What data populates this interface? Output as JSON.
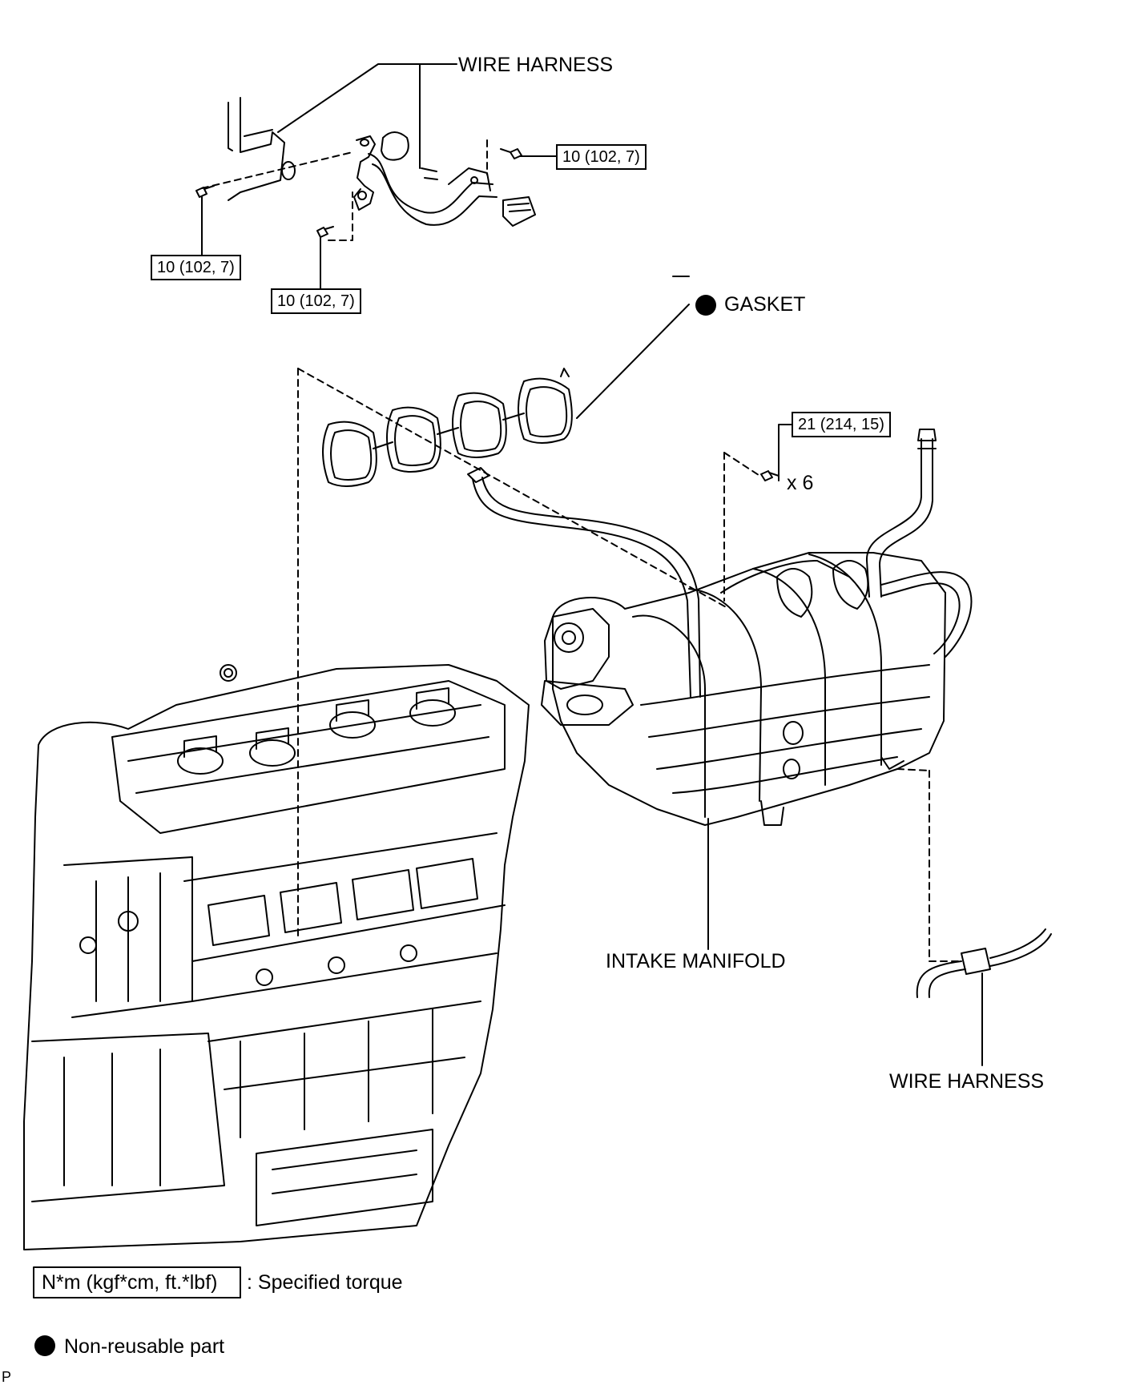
{
  "labels": {
    "wire_harness_top": "WIRE HARNESS",
    "gasket": "GASKET",
    "intake_manifold": "INTAKE MANIFOLD",
    "wire_harness_bottom": "WIRE HARNESS",
    "bolt_qty": "x 6"
  },
  "torques": {
    "harness_bolt_right": "10 (102, 7)",
    "harness_bolt_left": "10 (102, 7)",
    "harness_bolt_mid": "10 (102, 7)",
    "manifold_bolt": "21 (214, 15)"
  },
  "legend": {
    "torque_unit": "N*m (kgf*cm, ft.*lbf)",
    "torque_desc": ": Specified torque",
    "nonreusable_desc": "Non-reusable part"
  },
  "corner_code": "P"
}
